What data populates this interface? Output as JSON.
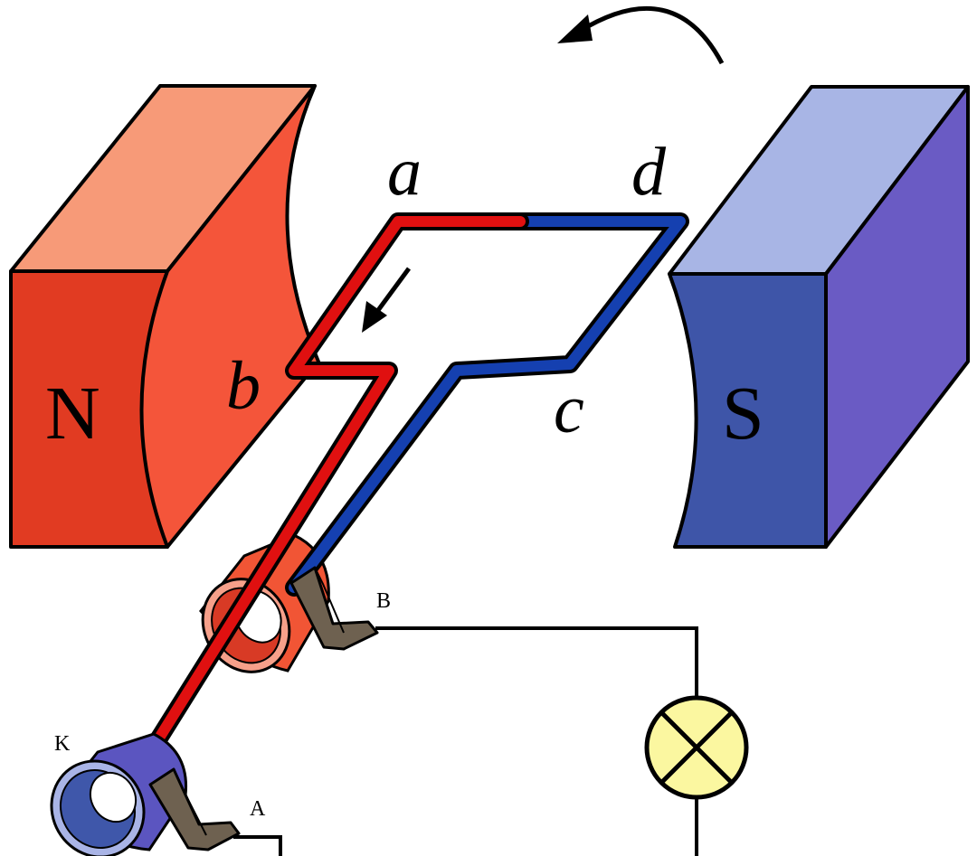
{
  "magnets": {
    "north": {
      "label": "N",
      "front_color": "#e13b22",
      "top_color": "#f79a78",
      "face_color": "#f4553a"
    },
    "south": {
      "label": "S",
      "front_color": "#3e55a8",
      "top_color": "#a8b5e5",
      "side_color": "#6a5bc4"
    }
  },
  "coil": {
    "corner_a": "a",
    "corner_b": "b",
    "corner_c": "c",
    "corner_d": "d",
    "red_wire_color": "#e01010",
    "blue_wire_color": "#1540b0"
  },
  "slip_rings": {
    "near_ring_label": "K",
    "near_ring_color": "#5b55c0",
    "far_ring_color": "#f15535"
  },
  "brushes": {
    "brush_a_label": "A",
    "brush_b_label": "B",
    "color": "#6e6150"
  },
  "lamp": {
    "fill_color": "#fbf7a0"
  }
}
